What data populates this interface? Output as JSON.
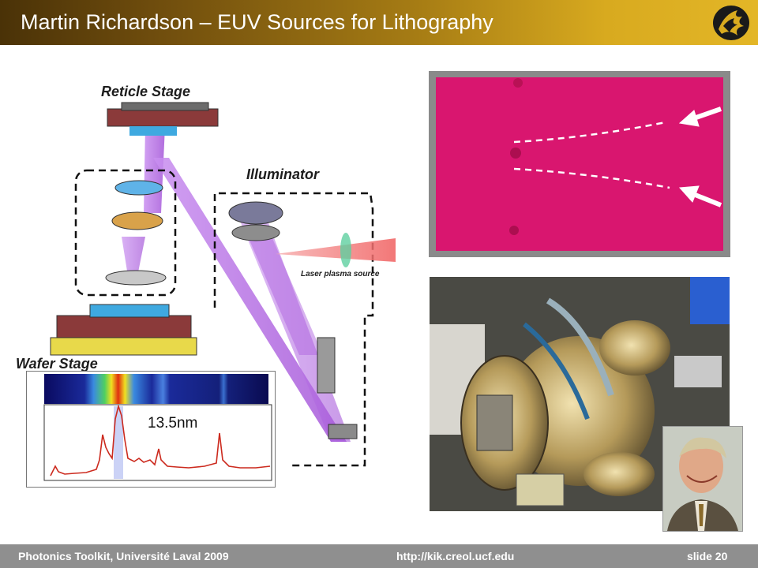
{
  "slide": {
    "title": "Martin Richardson – EUV Sources for Lithography",
    "logo_icon": "pegasus-logo-icon"
  },
  "diagram": {
    "reticle_stage": "Reticle Stage",
    "illuminator": "Illuminator",
    "laser_plasma_source": "Laser plasma source",
    "wafer_stage": "Wafer Stage"
  },
  "spectrum": {
    "peak_label": "13.5nm"
  },
  "footer": {
    "left": "Photonics Toolkit, Université Laval 2009",
    "center": "http://kik.creol.ucf.edu",
    "right": "slide 20"
  },
  "colors": {
    "header_dark": "#4a3207",
    "header_gold": "#e3b627",
    "footer_gray": "#8f8f8f",
    "euv_beam": "#b26ee0",
    "laser_beam": "#f08080",
    "target_pink": "#d9166f",
    "spectrum_line": "#cc2a1e"
  }
}
